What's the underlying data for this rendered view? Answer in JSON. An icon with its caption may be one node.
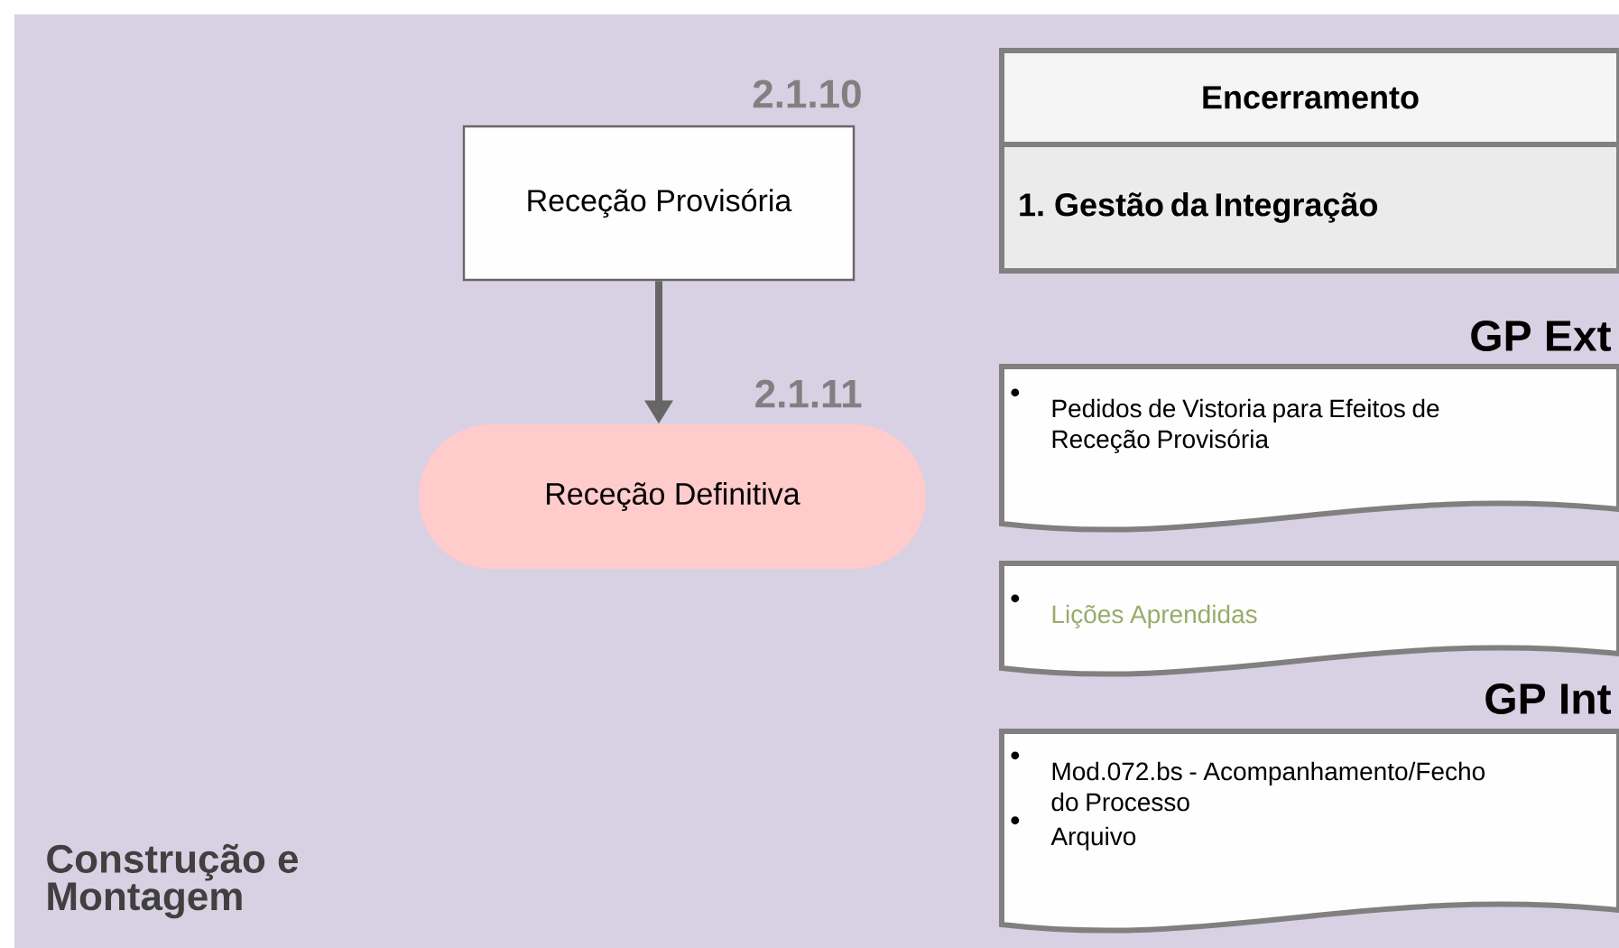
{
  "diagram": {
    "nodes": [
      {
        "text": [
          "Receção Provisória"
        ],
        "beside": [
          "2.1.10"
        ]
      },
      {
        "text": [
          "Receção Definitiva"
        ],
        "beside": [
          "2.1.11"
        ]
      },
      {
        "text": [
          "Encerramento"
        ]
      },
      {
        "text": [
          "1. Gestão da Integração"
        ]
      },
      {
        "text": [
          "Pedidos de Vistoria para Efeitos de Receção Provisória"
        ]
      },
      {
        "text": [
          "Lições Aprendidas"
        ]
      },
      {
        "text": [
          "Mod.072.bs - Acompanhamento/Fecho do Processo",
          "Arquivo"
        ]
      }
    ],
    "edges": [
      {
        "from": 0,
        "to": 1,
        "arrow": "to"
      }
    ],
    "labels": [
      "GP Ext",
      "GP Int",
      "Construção e Montagem"
    ]
  }
}
